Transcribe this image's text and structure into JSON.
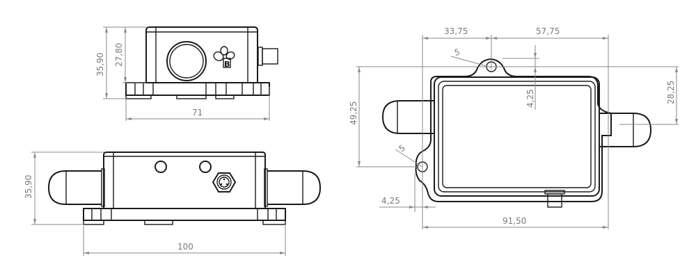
{
  "drawing": {
    "type": "technical orthographic drawing",
    "views": {
      "side_view": {
        "dimensions": {
          "overall_height": "35,90",
          "body_height": "27,80",
          "base_width": "71"
        },
        "features": [
          "sensor-dome",
          "bee-logo",
          "side-connector"
        ]
      },
      "front_view": {
        "dimensions": {
          "overall_height": "35,90",
          "base_width": "100"
        },
        "features": [
          "two-led-holes",
          "m8-connector",
          "left-probe",
          "right-probe"
        ]
      },
      "top_view": {
        "dimensions": {
          "hole_offset_left": "33,75",
          "hole_offset_right": "57,75",
          "hole_diameter_top": "5",
          "hole_diameter_left": "5",
          "hole_to_body_top": "4,25",
          "right_probe_offset": "28,25",
          "left_hole_vertical": "49,25",
          "left_hole_inset": "4,25",
          "body_width": "91,50"
        }
      }
    },
    "colors": {
      "outline": "#1a1a1a",
      "dimension": "#8a8a8a",
      "background": "#ffffff"
    }
  }
}
